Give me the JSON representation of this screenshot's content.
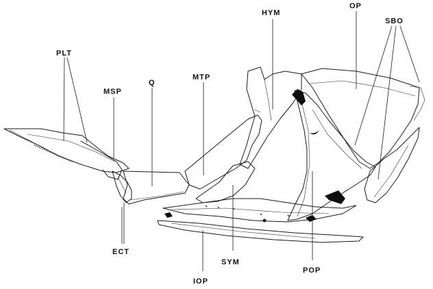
{
  "labels": {
    "plt": "PLT",
    "msp": "MSP",
    "q": "Q",
    "mtp": "MTP",
    "hym": "HYM",
    "op": "OP",
    "sbo": "SBO",
    "ect": "ECT",
    "sym": "SYM",
    "iop": "IOP",
    "pop": "POP"
  }
}
